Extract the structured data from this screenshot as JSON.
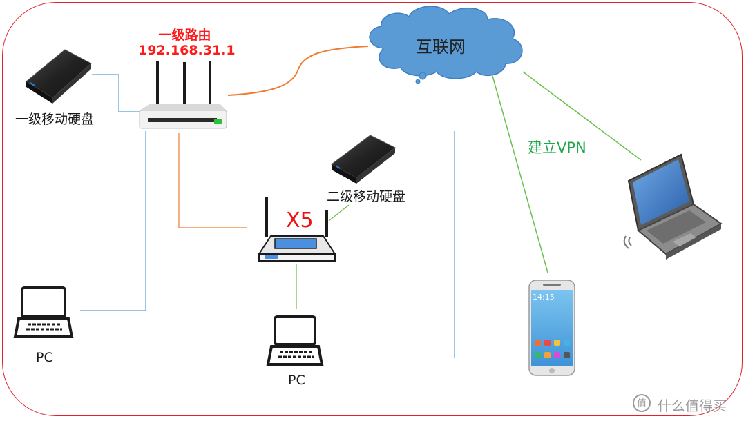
{
  "router": {
    "title": "一级路由",
    "ip": "192.168.31.1"
  },
  "router2": {
    "label": "X5"
  },
  "internet": {
    "label": "互联网"
  },
  "vpn": {
    "label": "建立VPN"
  },
  "disk1": {
    "label": "一级移动硬盘"
  },
  "disk2": {
    "label": "二级移动硬盘"
  },
  "pc1": {
    "label": "PC"
  },
  "pc2": {
    "label": "PC"
  },
  "phone": {
    "time": "14:15"
  },
  "watermark": {
    "text": "什么值得买"
  },
  "colors": {
    "frame": "#e2212b",
    "wan_link": "#ed7d31",
    "lan_link": "#5aa0d6",
    "vpn_link": "#6abf4b",
    "cloud": "#5b9bd5",
    "title_red": "#ff1a1a",
    "vpn_text": "#21a64a"
  }
}
